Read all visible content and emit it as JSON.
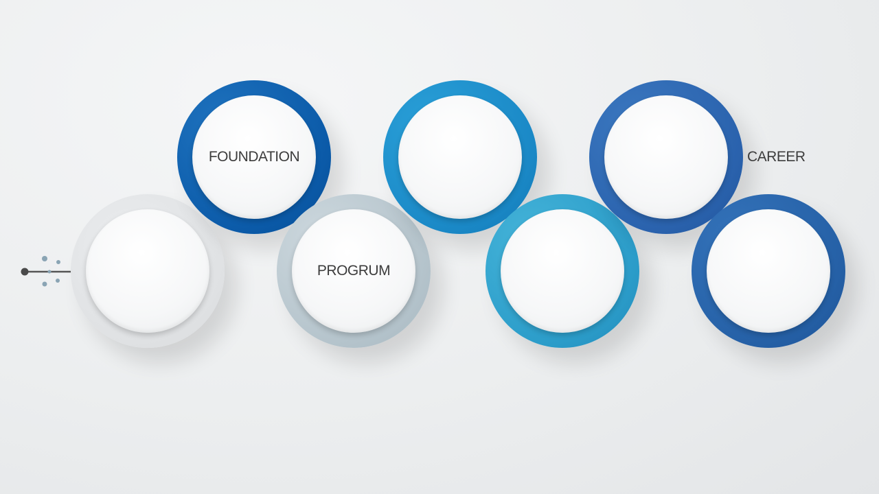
{
  "diagram": {
    "nodes": [
      {
        "id": "n1",
        "label": "",
        "ring_color": "#dfe1e3",
        "ring_inner": "#e9ebed"
      },
      {
        "id": "n2",
        "label": "FOUNDATION",
        "ring_color": "#0b5aa8",
        "ring_inner": "#1f73bf"
      },
      {
        "id": "n3",
        "label": "PROGRUM",
        "ring_color": "#b4c3cb",
        "ring_inner": "#cdd8de"
      },
      {
        "id": "n4",
        "label": "",
        "ring_color": "#1a88c6",
        "ring_inner": "#2aa0d8"
      },
      {
        "id": "n5",
        "label": "",
        "ring_color": "#2b9cc9",
        "ring_inner": "#45b4d9"
      },
      {
        "id": "n6",
        "label": "",
        "ring_color": "#2a62ad",
        "ring_inner": "#3b78c0"
      },
      {
        "id": "n7",
        "label": "",
        "ring_color": "#2560a6",
        "ring_inner": "#3473ba"
      }
    ],
    "side_label": "CAREER",
    "accent_colors": {
      "text": "#3c3c3c",
      "connector": "#555555",
      "dots": "#8aa4b4"
    }
  }
}
